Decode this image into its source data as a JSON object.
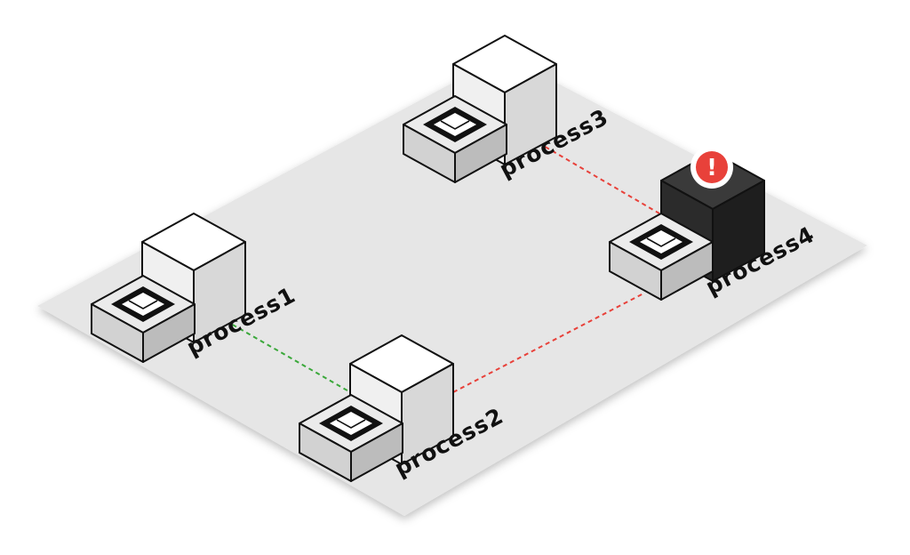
{
  "diagram": {
    "nodes": [
      {
        "id": "process1",
        "label": "process1",
        "status": "normal"
      },
      {
        "id": "process2",
        "label": "process2",
        "status": "normal"
      },
      {
        "id": "process3",
        "label": "process3",
        "status": "normal"
      },
      {
        "id": "process4",
        "label": "process4",
        "status": "error"
      }
    ],
    "links": [
      {
        "from": "process1",
        "to": "process2",
        "state": "ok"
      },
      {
        "from": "process2",
        "to": "process4",
        "state": "error"
      },
      {
        "from": "process3",
        "to": "process4",
        "state": "error"
      }
    ],
    "alert_glyph": "!",
    "icons": {
      "mail": "envelope-icon",
      "alert": "alert-icon"
    },
    "colors": {
      "floor": "#e6e6e6",
      "ok_link": "#3aa83a",
      "error_link": "#e8413a",
      "alert": "#e8413a",
      "error_box": "#2b2b2b"
    }
  }
}
